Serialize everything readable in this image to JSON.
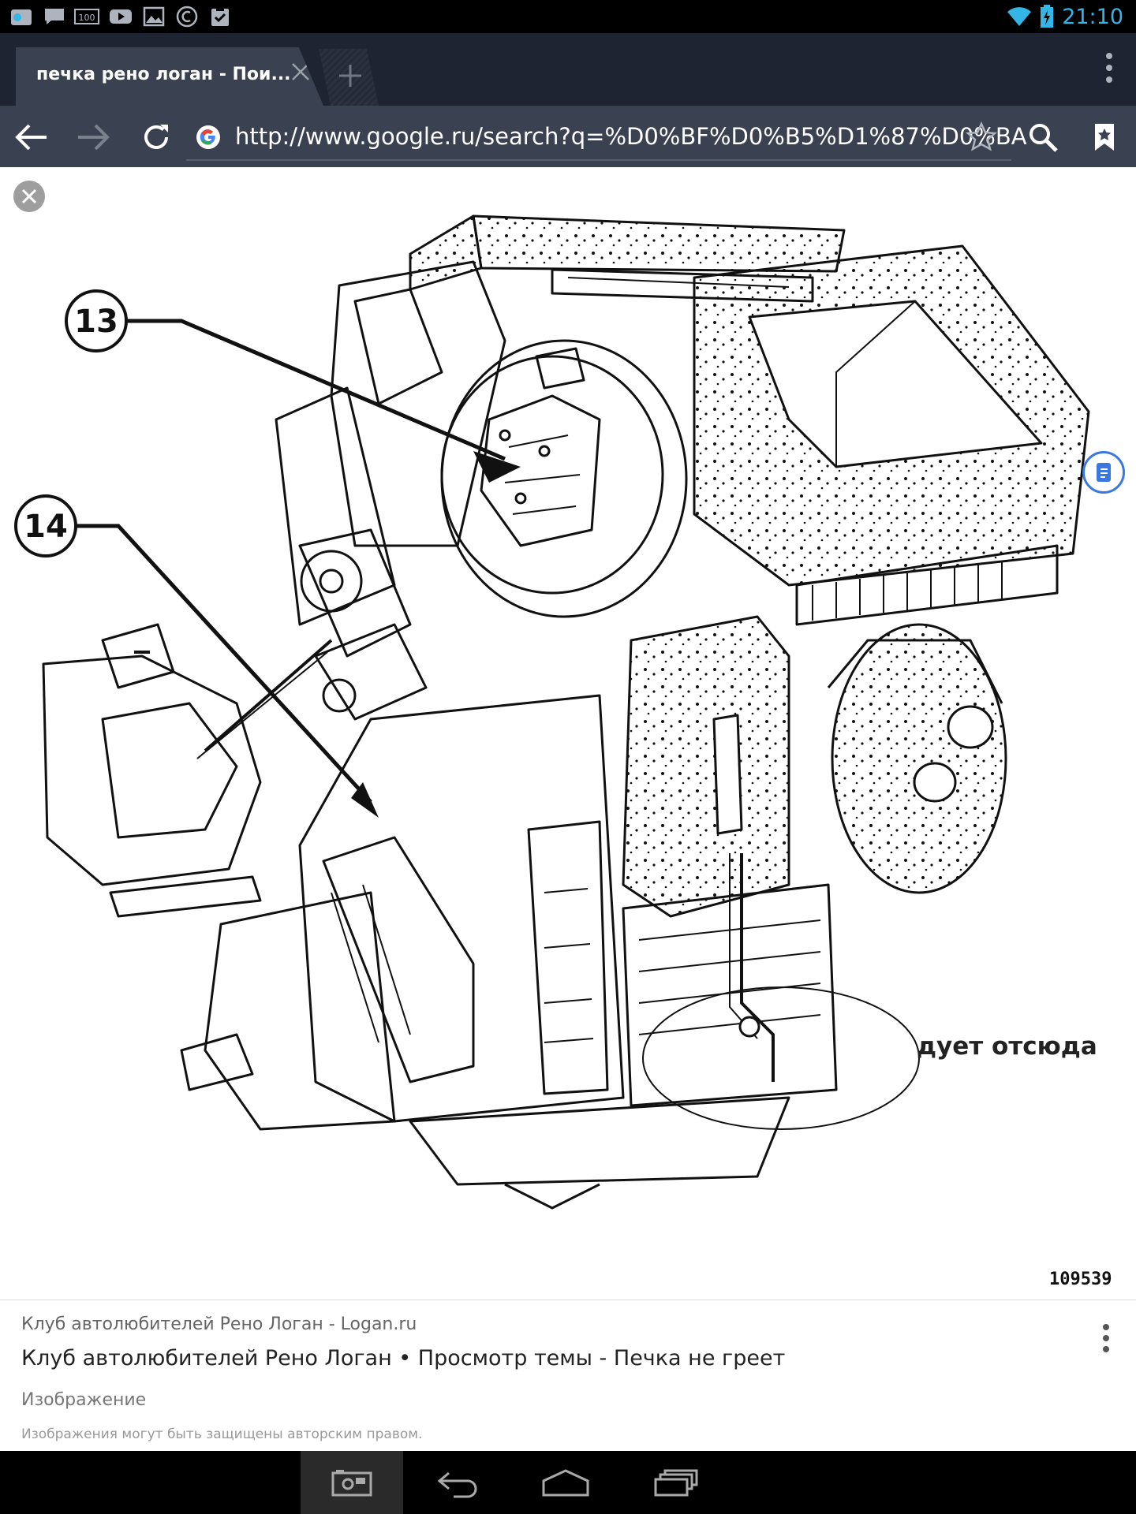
{
  "status_bar": {
    "time": "21:10",
    "battery_label": "100",
    "left_icons": [
      "gallery-icon",
      "message-icon",
      "battery-100-icon",
      "youtube-icon",
      "image-icon",
      "copyright-icon",
      "clipboard-icon"
    ]
  },
  "browser": {
    "tab_title": "печка рено логан - Пои...",
    "url": "http://www.google.ru/search?q=%D0%BF%D0%B5%D1%87%D0%BA",
    "accent": "#33b5e5"
  },
  "viewer": {
    "callout_13": "13",
    "callout_14": "14",
    "annotation": "дует отсюда",
    "figure_number": "109539"
  },
  "result": {
    "source": "Клуб автолюбителей Рено Логан - Logan.ru",
    "title": "Клуб автолюбителей Рено Логан • Просмотр темы - Печка не греет",
    "kind": "Изображение",
    "copyright_note": "Изображения могут быть защищены авторским правом."
  },
  "nav_bar": {
    "buttons": [
      "screenshot-icon",
      "back-icon",
      "home-icon",
      "recents-icon"
    ]
  }
}
